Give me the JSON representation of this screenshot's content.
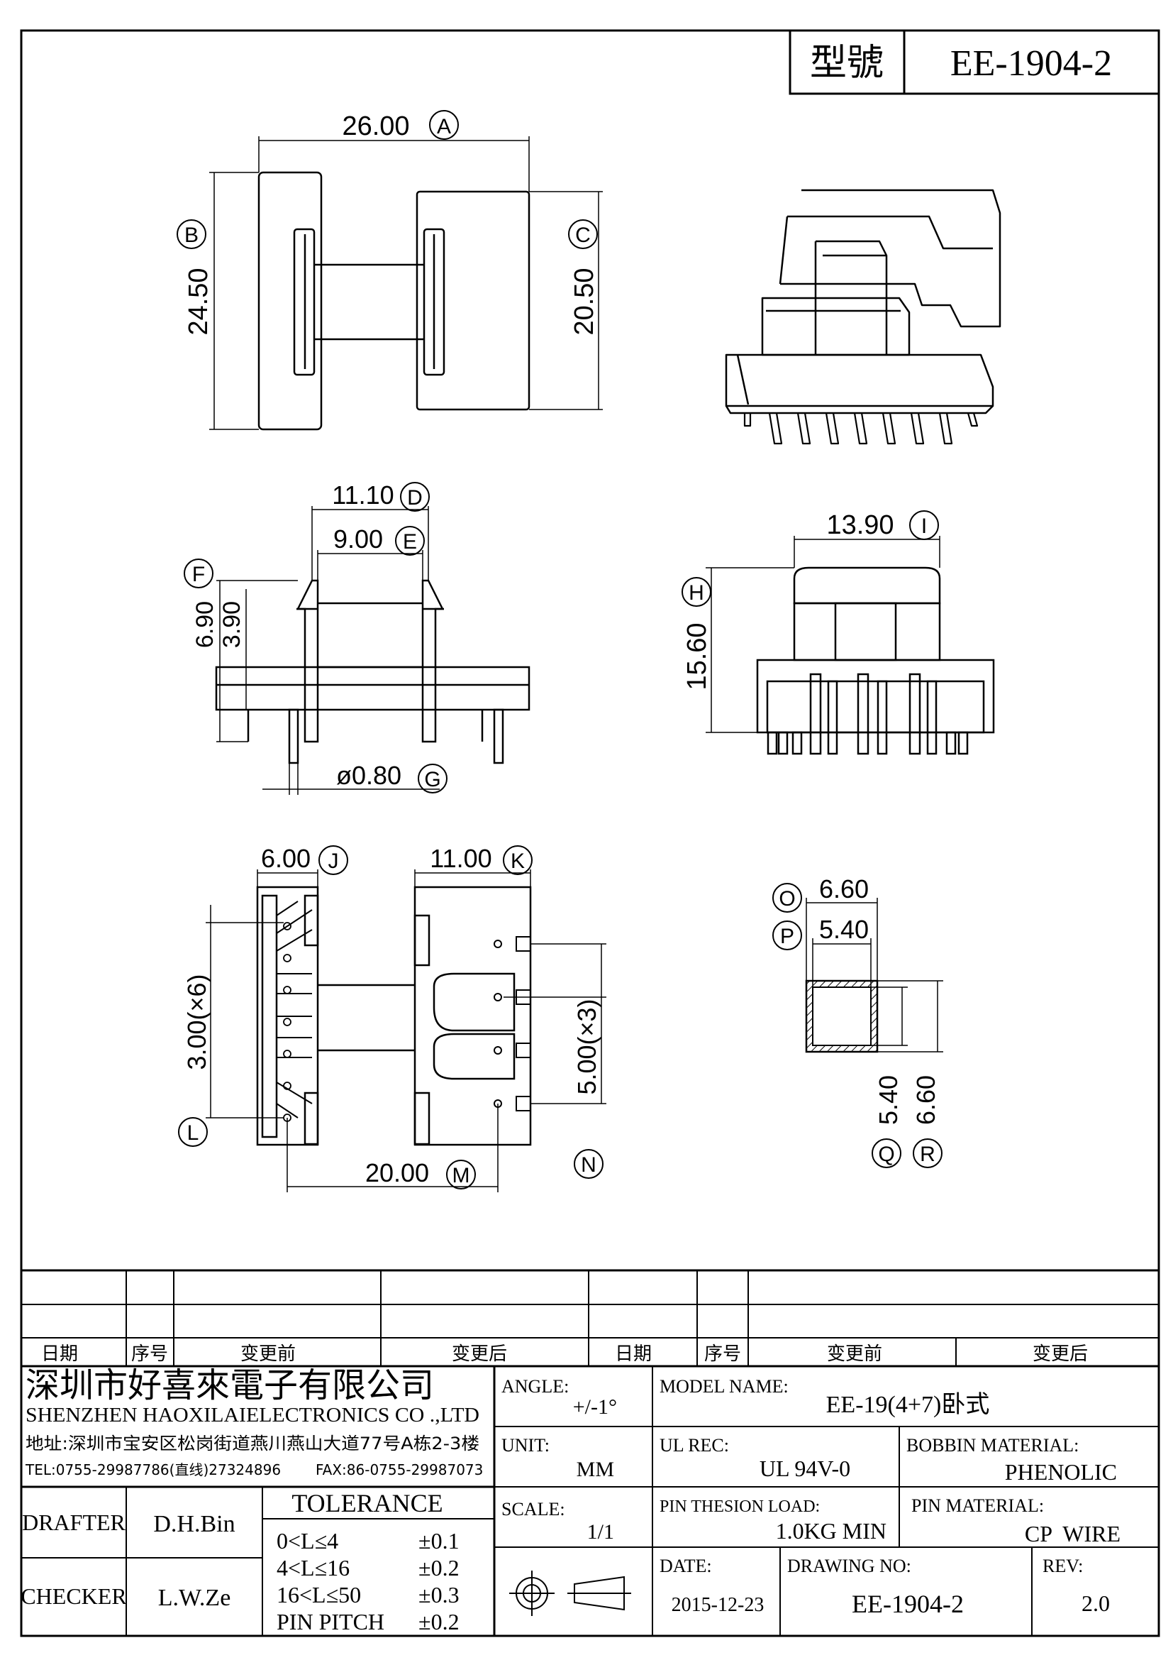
{
  "title_block": {
    "model_label": "型號",
    "model_value": "EE-1904-2"
  },
  "dimensions": {
    "A": {
      "value": "26.00",
      "tag": "A"
    },
    "B": {
      "value": "24.50",
      "tag": "B"
    },
    "C": {
      "value": "20.50",
      "tag": "C"
    },
    "D": {
      "value": "11.10",
      "tag": "D"
    },
    "E": {
      "value": "9.00",
      "tag": "E"
    },
    "F": {
      "value": "6.90",
      "tag": "F"
    },
    "F2": {
      "value": "3.90"
    },
    "G": {
      "value": "ø0.80",
      "tag": "G"
    },
    "H": {
      "value": "15.60",
      "tag": "H"
    },
    "I": {
      "value": "13.90",
      "tag": "I"
    },
    "J": {
      "value": "6.00",
      "tag": "J"
    },
    "K": {
      "value": "11.00",
      "tag": "K"
    },
    "L": {
      "value": "3.00(×6)",
      "tag": "L"
    },
    "M": {
      "value": "20.00",
      "tag": "M"
    },
    "N": {
      "value": "5.00(×3)",
      "tag": "N"
    },
    "O": {
      "value": "6.60",
      "tag": "O"
    },
    "P": {
      "value": "5.40",
      "tag": "P"
    },
    "Q": {
      "value": "5.40",
      "tag": "Q"
    },
    "R": {
      "value": "6.60",
      "tag": "R"
    }
  },
  "revision_table": {
    "headers": [
      "日期",
      "序号",
      "变更前",
      "变更后",
      "日期",
      "序号",
      "变更前",
      "变更后"
    ]
  },
  "company": {
    "name_cn": "深圳市好喜來電子有限公司",
    "name_en": "SHENZHEN HAOXILAIELECTRONICS CO .,LTD",
    "address": "地址:深圳市宝安区松岗街道燕川燕山大道77号A栋2-3楼",
    "tel": "TEL:0755-29987786(直线)27324896",
    "fax": "FAX:86-0755-29987073"
  },
  "people": {
    "drafter_label": "DRAFTER",
    "drafter_value": "D.H.Bin",
    "checker_label": "CHECKER",
    "checker_value": "L.W.Ze"
  },
  "tolerance": {
    "title": "TOLERANCE",
    "rows": [
      {
        "range": "0<L≤4",
        "value": "±0.1"
      },
      {
        "range": "4<L≤16",
        "value": "±0.2"
      },
      {
        "range": "16<L≤50",
        "value": "±0.3"
      },
      {
        "range": "PIN PITCH",
        "value": "±0.2"
      }
    ]
  },
  "fields": {
    "angle_label": "ANGLE:",
    "angle_value": "+/-1°",
    "unit_label": "UNIT:",
    "unit_value": "MM",
    "scale_label": "SCALE:",
    "scale_value": "1/1",
    "model_name_label": "MODEL NAME:",
    "model_name_value": "EE-19(4+7)卧式",
    "ul_label": "UL REC:",
    "ul_value": "UL 94V-0",
    "bobbin_label": "BOBBIN MATERIAL:",
    "bobbin_value": "PHENOLIC",
    "pin_load_label": "PIN THESION LOAD:",
    "pin_load_value": "1.0KG MIN",
    "pin_material_label": "PIN MATERIAL:",
    "pin_material_value": "CP  WIRE",
    "date_label": "DATE:",
    "date_value": "2015-12-23",
    "drawing_no_label": "DRAWING NO:",
    "drawing_no_value": "EE-1904-2",
    "rev_label": "REV:",
    "rev_value": "2.0"
  },
  "colors": {
    "ink": "#000000",
    "paper": "#ffffff"
  }
}
